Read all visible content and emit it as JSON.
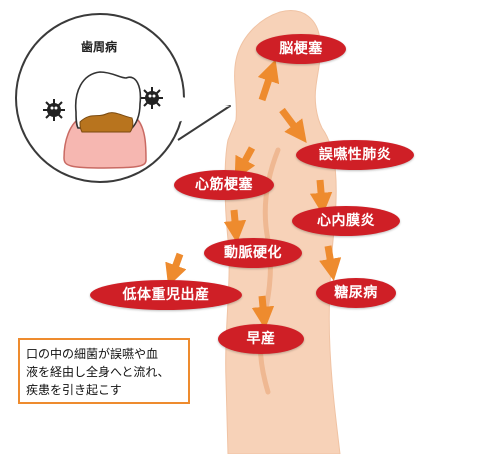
{
  "callout": {
    "label": "歯周病"
  },
  "diseases": {
    "brain": "脳梗塞",
    "pneumonia": "誤嚥性肺炎",
    "myocardial": "心筋梗塞",
    "endocarditis": "心内膜炎",
    "arterio": "動脈硬化",
    "diabetes": "糖尿病",
    "low_birth": "低体重児出産",
    "premature": "早産"
  },
  "note": {
    "lines": [
      "口の中の細菌が誤嚥や血",
      "液を経由し全身へと流れ、",
      "疾患を引き起こす"
    ]
  },
  "colors": {
    "oval": "#cf1f26",
    "arrow": "#ee8b2e",
    "body": "#f7d2b8",
    "gum": "#f6b7b1"
  }
}
